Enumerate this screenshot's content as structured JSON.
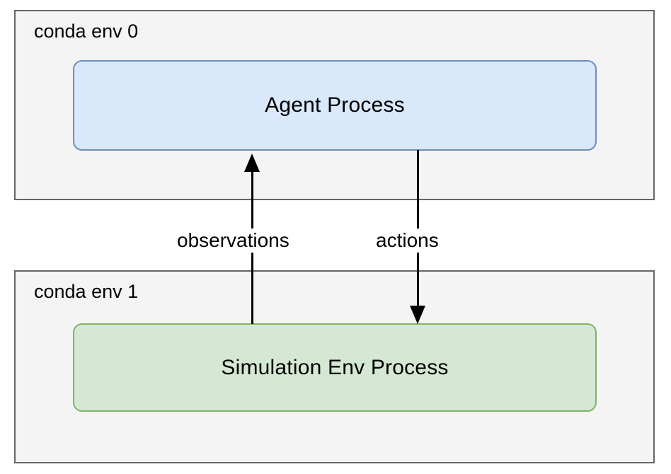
{
  "diagram": {
    "containers": [
      {
        "id": "conda-env-0",
        "title": "conda env 0"
      },
      {
        "id": "conda-env-1",
        "title": "conda env 1"
      }
    ],
    "nodes": [
      {
        "id": "agent-process",
        "label": "Agent Process",
        "fill": "#dae8fc",
        "stroke": "#6c8ebf",
        "container": "conda env 0"
      },
      {
        "id": "simulation-env-process",
        "label": "Simulation Env Process",
        "fill": "#d5e8d4",
        "stroke": "#82b366",
        "container": "conda env 1"
      }
    ],
    "edges": [
      {
        "id": "observations",
        "label": "observations",
        "from": "simulation-env-process",
        "to": "agent-process",
        "direction": "up",
        "color": "#000000"
      },
      {
        "id": "actions",
        "label": "actions",
        "from": "agent-process",
        "to": "simulation-env-process",
        "direction": "down",
        "color": "#000000"
      }
    ],
    "colors": {
      "container_fill": "#f4f4f4",
      "container_stroke": "#666666",
      "page_background": "#ffffff",
      "text": "#000000"
    }
  }
}
